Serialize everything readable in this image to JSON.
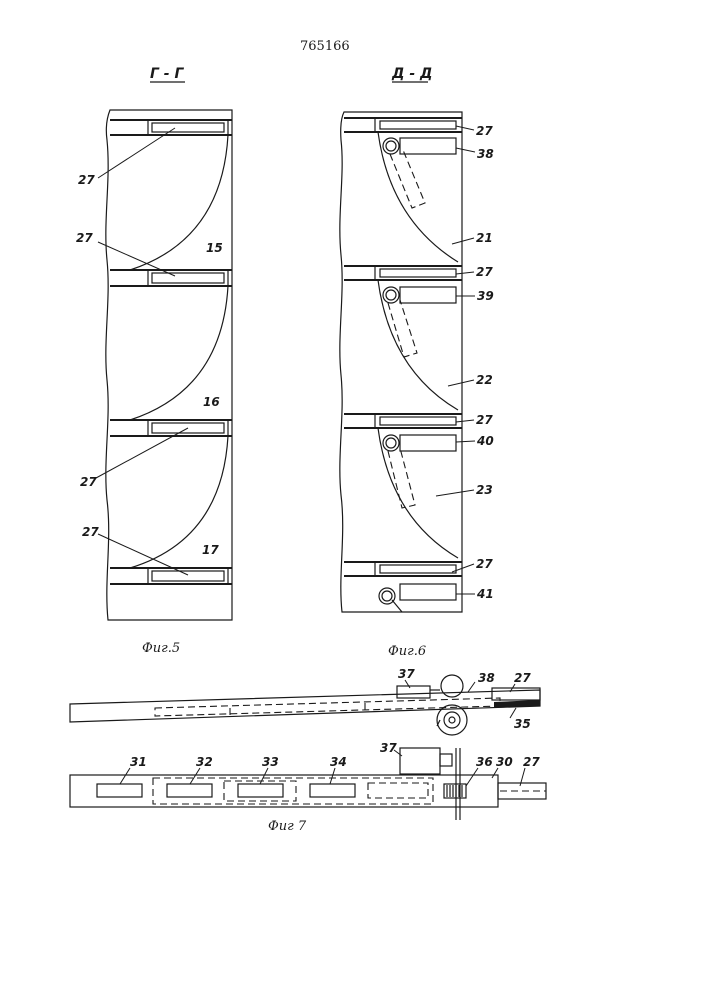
{
  "patent_number": "765166",
  "sections": {
    "left": "Г - Г",
    "right": "Д - Д"
  },
  "captions": {
    "fig5": "Фиг.5",
    "fig6": "Фиг.6",
    "fig7": "Фиг 7"
  },
  "fig5_labels": {
    "l27a": "27",
    "l27b": "27",
    "l15": "15",
    "l16": "16",
    "l27c": "27",
    "l27d": "27",
    "l17": "17"
  },
  "fig6_labels": {
    "l27a": "27",
    "l38": "38",
    "l21": "21",
    "l27b": "27",
    "l39": "39",
    "l22": "22",
    "l27c": "27",
    "l40": "40",
    "l23": "23",
    "l27d": "27",
    "l41": "41"
  },
  "fig7_top_labels": {
    "l37": "37",
    "l38": "38",
    "l27": "27",
    "l35": "35"
  },
  "fig7_bottom_labels": {
    "l31": "31",
    "l32": "32",
    "l33": "33",
    "l34": "34",
    "l37": "37",
    "l36": "36",
    "l30": "30",
    "l27": "27"
  }
}
